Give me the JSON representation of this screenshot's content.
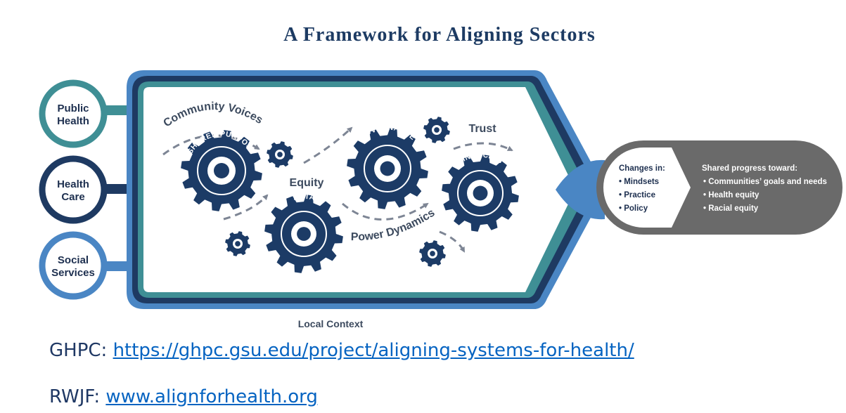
{
  "title": "A Framework for Aligning Sectors",
  "sectors": [
    {
      "label_lines": [
        "Public",
        "Health"
      ],
      "color": "#3f8f95"
    },
    {
      "label_lines": [
        "Health",
        "Care"
      ],
      "color": "#1e3a62"
    },
    {
      "label_lines": [
        "Social",
        "Services"
      ],
      "color": "#4a86c4"
    }
  ],
  "floating_labels": {
    "community_voices": "Community Voices",
    "equity": "Equity",
    "trust": "Trust",
    "power_dynamics": "Power Dynamics"
  },
  "gears": {
    "shared_purpose": "SHARED PURPOSE",
    "data": "DATA",
    "governance": "GOVERNANCE",
    "financing": "FINANCING"
  },
  "outcome": {
    "changes_heading": "Changes in:",
    "changes_items": [
      "• Mindsets",
      "• Practice",
      "• Policy"
    ],
    "progress_heading": "Shared progress toward:",
    "progress_items": [
      "• Communities’ goals and needs",
      "• Health equity",
      "• Racial equity"
    ]
  },
  "local_context": "Local Context",
  "links": [
    {
      "prefix": "GHPC: ",
      "text": "https://ghpc.gsu.edu/project/aligning-systems-for-health/"
    },
    {
      "prefix": "RWJF: ",
      "text": "www.alignforhealth.org"
    }
  ],
  "colors": {
    "navy": "#1e3a62",
    "teal": "#3f8f95",
    "light_blue": "#4a86c4",
    "gear": "#1c3b66",
    "outcome_gray": "#6a6a6a",
    "link": "#0563c1"
  }
}
